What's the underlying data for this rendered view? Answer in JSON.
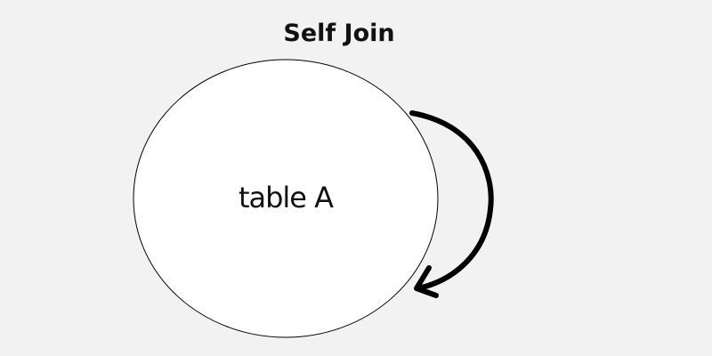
{
  "diagram": {
    "title": "Self Join",
    "node": {
      "label": "table A",
      "fill": "#ffffff",
      "stroke": "#000000"
    },
    "edge": {
      "from": "table A",
      "to": "table A",
      "kind": "self-referencing arrow",
      "stroke": "#000000"
    },
    "background": "#f2f2f2"
  }
}
